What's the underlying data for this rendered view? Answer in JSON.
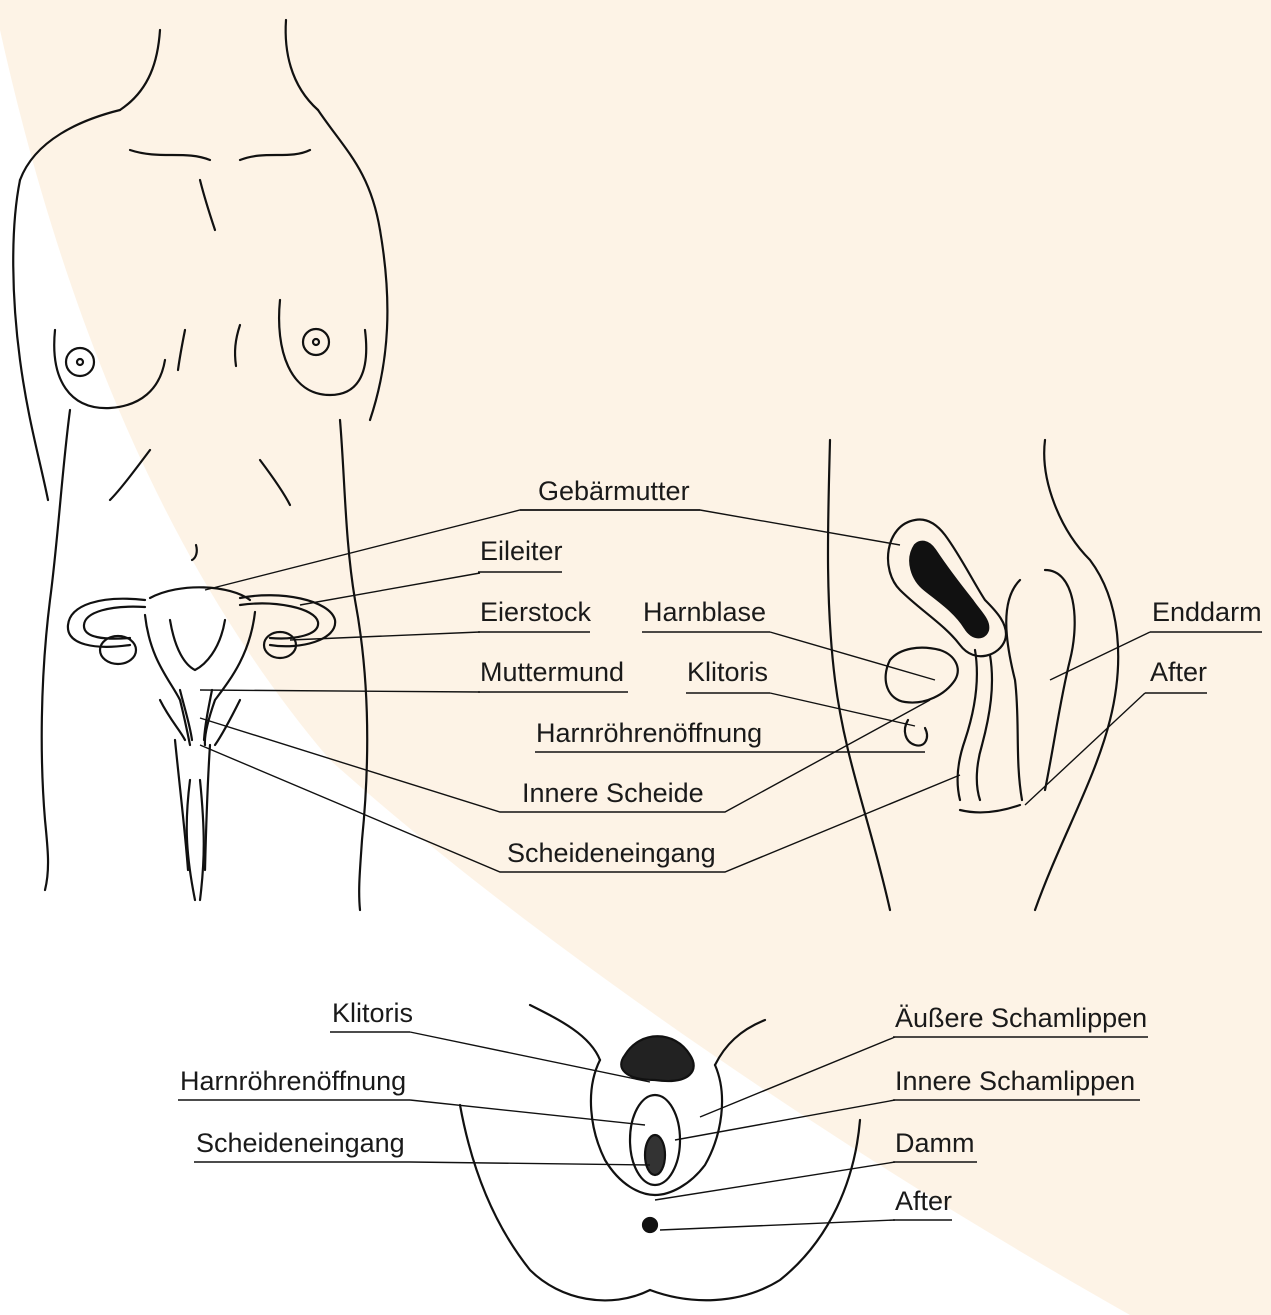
{
  "colors": {
    "background": "#ffffff",
    "accent_band": "#fdf3e6",
    "ink": "#111111"
  },
  "labels": {
    "gebaermutter": "Gebärmutter",
    "eileiter": "Eileiter",
    "eierstock": "Eierstock",
    "muttermund": "Muttermund",
    "innere_scheide": "Innere Scheide",
    "scheideneingang_top": "Scheideneingang",
    "harnblase": "Harnblase",
    "klitoris_side": "Klitoris",
    "harnroehrenoeffnung_side": "Harnröhrenöffnung",
    "enddarm": "Enddarm",
    "after_side": "After",
    "klitoris_bottom": "Klitoris",
    "harnroehrenoeffnung_bottom": "Harnröhrenöffnung",
    "scheideneingang_bottom": "Scheideneingang",
    "aeussere_schamlippen": "Äußere Schamlippen",
    "innere_schamlippen": "Innere Schamlippen",
    "damm": "Damm",
    "after_bottom": "After"
  }
}
